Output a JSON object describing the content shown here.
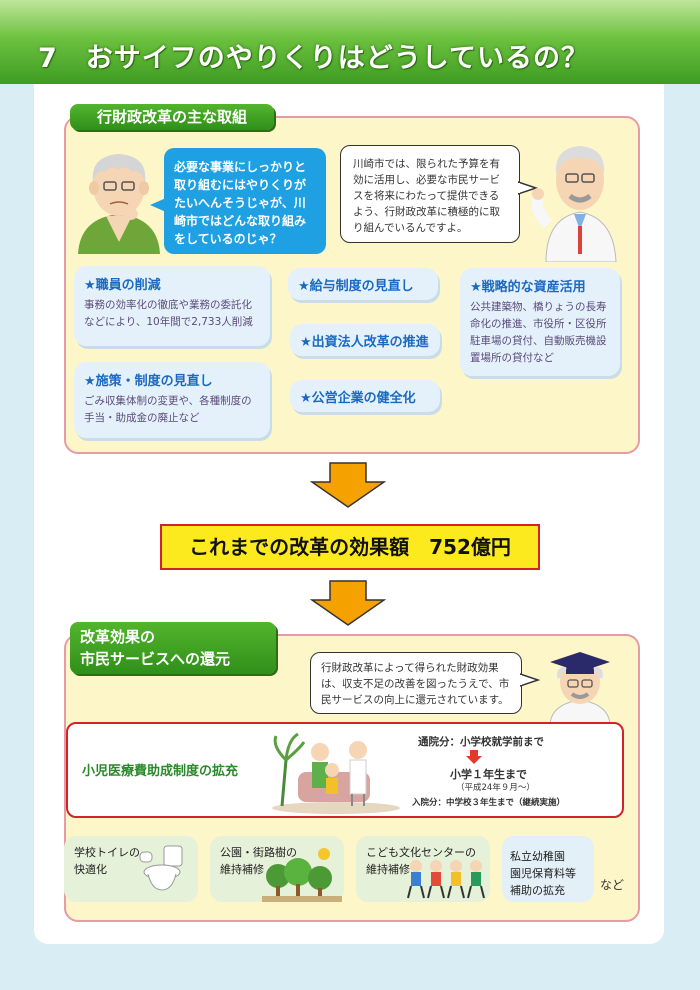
{
  "header": {
    "title": "7　おサイフのやりくりはどうしているの？"
  },
  "section1": {
    "tab_label": "行財政改革の主な取組",
    "elder_bubble": "必要な事業にしっかりと取り組むにはやりくりがたいへんそうじゃが、川崎市ではどんな取り組みをしているのじゃ？",
    "doctor_bubble": "川崎市では、限られた予算を有効に活用し、必要な市民サービスを将来にわたって提供できるよう、行財政改革に積極的に取り組んでいるんですよ。",
    "items": [
      {
        "title": "★職員の削減",
        "body": "事務の効率化の徹底や業務の委託化などにより、10年間で2,733人削減"
      },
      {
        "title": "★給与制度の見直し"
      },
      {
        "title": "★出資法人改革の推進"
      },
      {
        "title": "★公営企業の健全化"
      },
      {
        "title": "★施策・制度の見直し",
        "body": "ごみ収集体制の変更や、各種制度の手当・助成金の廃止など"
      },
      {
        "title": "★戦略的な資産活用",
        "body": "公共建築物、橋りょうの長寿命化の推進、市役所・区役所駐車場の貸付、自動販売機設置場所の貸付など"
      }
    ]
  },
  "effect": {
    "label": "これまでの改革の効果額　752億円"
  },
  "section2": {
    "tab_line1": "改革効果の",
    "tab_line2": "市民サービスへの還元",
    "bubble": "行財政改革によって得られた財政効果は、収支不足の改善を図ったうえで、市民サービスの向上に還元されています。",
    "medical": {
      "title": "小児医療費助成制度の拡充",
      "outpatient_before": "通院分：小学校就学前まで",
      "outpatient_after": "小学１年生まで",
      "outpatient_date": "（平成24年９月～）",
      "inpatient": "入院分：中学校３年生まで（継続実施）"
    },
    "cards": [
      {
        "line1": "学校トイレの",
        "line2": "快適化"
      },
      {
        "line1": "公園・街路樹の",
        "line2": "維持補修"
      },
      {
        "line1": "こども文化センターの",
        "line2": "維持補修"
      },
      {
        "line1": "私立幼稚園",
        "line2": "園児保育料等",
        "line3": "補助の拡充"
      }
    ],
    "etc": "など"
  },
  "colors": {
    "accent_green": "#3e9c22",
    "panel_yellow": "#fdf6c8",
    "panel_border": "#e89aa6",
    "bubble_blue": "#1fa0e3",
    "arrow_orange": "#f5a200"
  }
}
